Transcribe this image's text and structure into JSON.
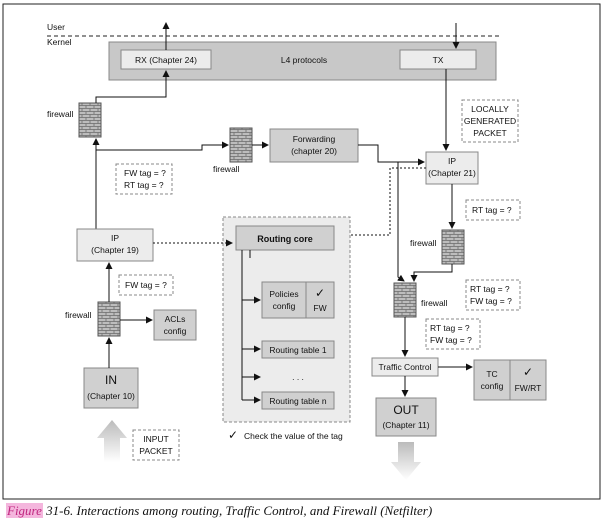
{
  "labels": {
    "user": "User",
    "kernel": "Kernel",
    "rx": "RX (Chapter 24)",
    "l4": "L4 protocols",
    "tx": "TX",
    "locally": [
      "LOCALLY",
      "GENERATED",
      "PACKET"
    ],
    "forwarding": [
      "Forwarding",
      "(chapter 20)"
    ],
    "ip21": [
      "IP",
      "(Chapter 21)"
    ],
    "ip19": [
      "IP",
      "(Chapter 19)"
    ],
    "routing_core": "Routing core",
    "policies": [
      "Policies",
      "config"
    ],
    "fw": "FW",
    "routing_table_1": "Routing table 1",
    "dots": ". . .",
    "routing_table_n": "Routing table n",
    "acls": [
      "ACLs",
      "config"
    ],
    "traffic_control": "Traffic Control",
    "tc": [
      "TC",
      "config"
    ],
    "fw_rt": "FW/RT",
    "in": "IN",
    "in_chapter": "(Chapter 10)",
    "out": "OUT",
    "out_chapter": "(Chapter 11)",
    "input_packet": [
      "INPUT",
      "PACKET"
    ],
    "check_legend": "Check the value of the tag",
    "firewall": "firewall",
    "tag_fw_rt": [
      "FW tag = ?",
      "RT tag = ?"
    ],
    "tag_rt": "RT tag = ?",
    "tag_fw": "FW tag = ?",
    "tag_rt_fw": [
      "RT tag = ?",
      "FW tag = ?"
    ],
    "tag_rt_fw_b": [
      "RT tag = ?",
      "FW tag = ?"
    ],
    "check_mark": "✓"
  },
  "caption": {
    "figure": "Figure",
    "text": " 31-6. Interactions among routing, Traffic Control, and Firewall (Netfilter)"
  }
}
